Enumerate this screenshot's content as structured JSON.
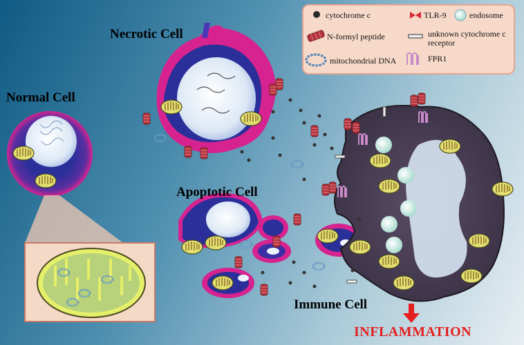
{
  "labels": {
    "necrotic": "Necrotic Cell",
    "normal": "Normal Cell",
    "apoptotic": "Apoptotic Cell",
    "immune": "Immune Cell",
    "inflammation": "INFLAMMATION"
  },
  "legend": {
    "cytochrome_c": "cytochrome c",
    "n_formyl_peptide": "N-formyl peptide",
    "mitochondrial_dna": "mitochondrial DNA",
    "tlr9": "TLR-9",
    "endosome": "endosome",
    "unknown_receptor_line1": "unknown cytochrome c",
    "unknown_receptor_line2": "receptor",
    "fpr1": "FPR1"
  },
  "colors": {
    "membrane": "#d6238f",
    "cytoplasm": "#2a2f9a",
    "nucleus": "#eef4fb",
    "mitochondrion": "#e3e071",
    "peptide": "#b5333c",
    "immune_cell": "#4a3e58",
    "inflammation": "#e41e1e"
  }
}
